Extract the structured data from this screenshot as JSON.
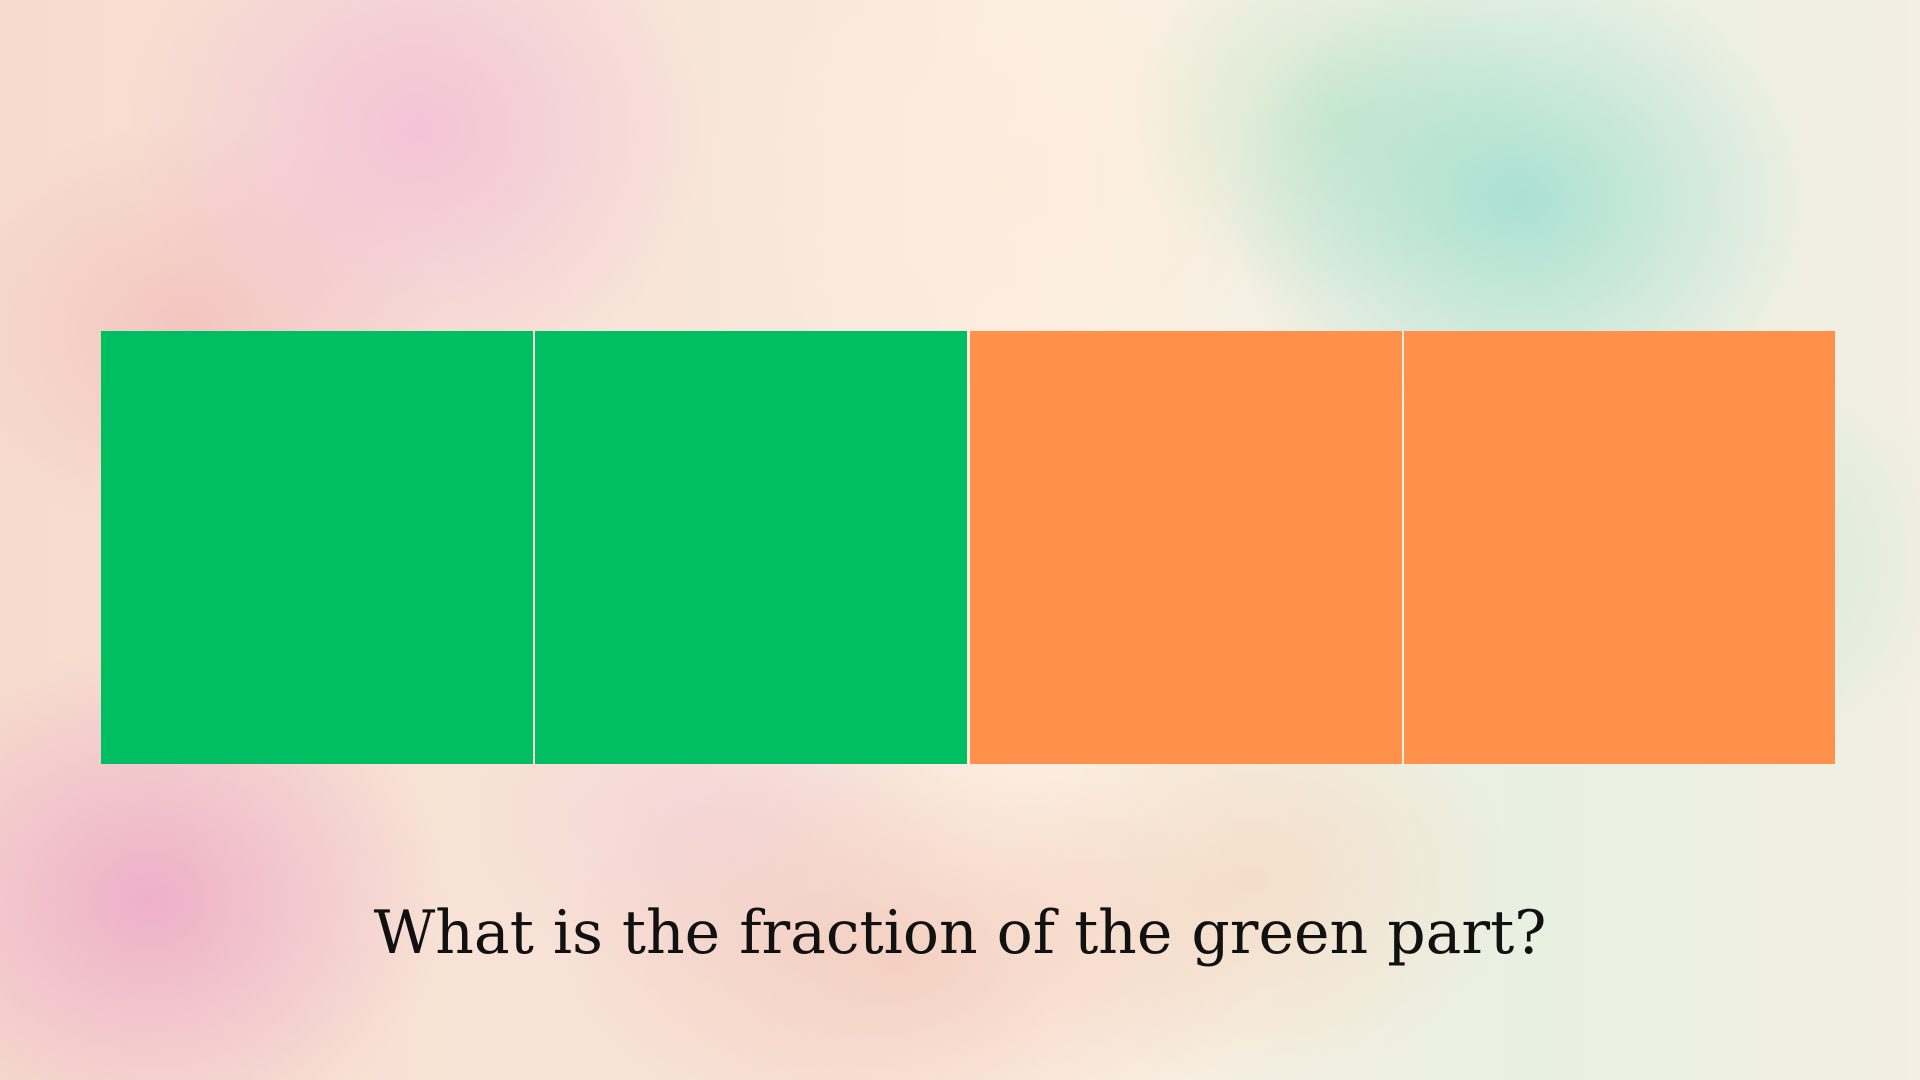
{
  "question": "What is the fraction of the green part?",
  "colors": {
    "green": "#00be62",
    "orange": "#ff914d",
    "text": "#111111"
  },
  "parts": [
    {
      "color": "green",
      "shaded": true
    },
    {
      "color": "green",
      "shaded": true
    },
    {
      "color": "orange",
      "shaded": false
    },
    {
      "color": "orange",
      "shaded": false
    }
  ]
}
